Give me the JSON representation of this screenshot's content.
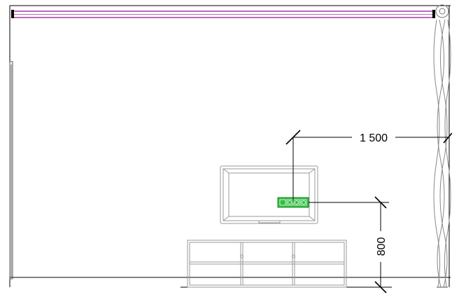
{
  "drawing": {
    "type": "wall-elevation",
    "dimensions": {
      "horizontal_label": "1 500",
      "vertical_label": "800"
    },
    "socket_block": {
      "symbols": [
        "□",
        "◎",
        "◎",
        "◎"
      ]
    },
    "colors": {
      "rail": "#a33aa3",
      "socket_fill": "#2fbf3f",
      "socket_border": "#1b8a2b",
      "lines": "#000000",
      "furniture": "#9a9a9a"
    }
  }
}
